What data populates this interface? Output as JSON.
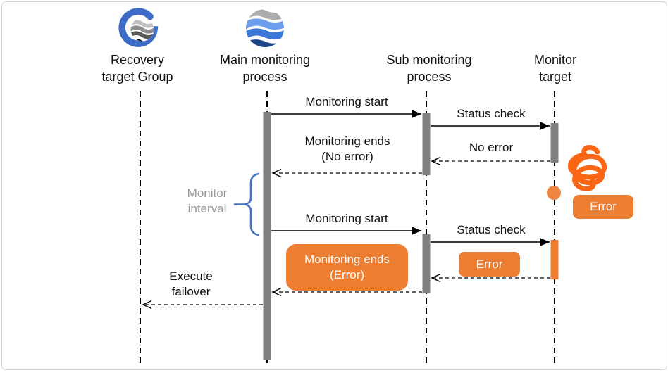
{
  "actors": [
    {
      "id": "recovery-target-group",
      "label": "Recovery\ntarget Group",
      "icon": "g-waves-logo-icon"
    },
    {
      "id": "main-monitoring-process",
      "label": "Main monitoring\nprocess",
      "icon": "wave-globe-logo-icon"
    },
    {
      "id": "sub-monitoring-process",
      "label": "Sub monitoring\nprocess"
    },
    {
      "id": "monitor-target",
      "label": "Monitor\ntarget"
    }
  ],
  "messages": {
    "monitoring_start_1": "Monitoring start",
    "status_check_1": "Status check",
    "no_error": "No error",
    "monitoring_ends_no_error": "Monitoring ends\n(No error)",
    "monitor_interval": "Monitor\ninterval",
    "monitoring_start_2": "Monitoring start",
    "status_check_2": "Status check",
    "error_callout": "Error",
    "error_return": "Error",
    "monitoring_ends_error": "Monitoring ends\n(Error)",
    "execute_failover": "Execute\nfailover"
  },
  "colors": {
    "accent_orange": "#ED7D31",
    "scribble_orange": "#FA6613",
    "activation_gray": "#7F7F7F",
    "brace_blue": "#4472C4",
    "muted_text": "#999999",
    "lifeline": "#000000",
    "border": "#D5D5D5"
  }
}
